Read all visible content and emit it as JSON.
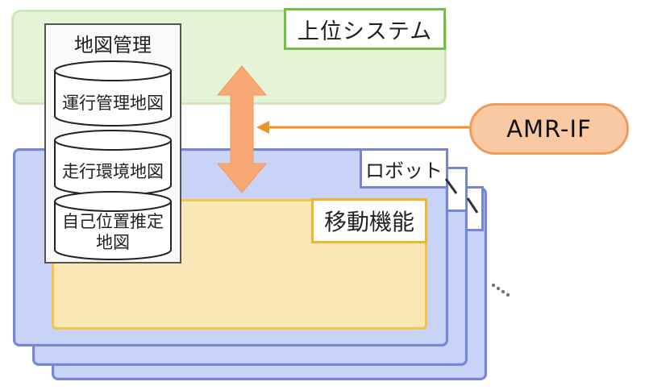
{
  "upper_system": {
    "label": "上位システム"
  },
  "map_management": {
    "title": "地図管理",
    "maps": [
      {
        "label": "運行管理地図"
      },
      {
        "label": "走行環境地図"
      },
      {
        "label_line1": "自己位置推定",
        "label_line2": "地図"
      }
    ]
  },
  "robot": {
    "label": "ロボット"
  },
  "movement_function": {
    "label": "移動機能"
  },
  "interface": {
    "label": "AMR-IF"
  },
  "colors": {
    "upper_fill": "#e5f3d6",
    "upper_border": "#70bf44",
    "robot_fill": "#c9d3f7",
    "robot_border": "#7586d8",
    "movement_fill": "#fbe7b5",
    "movement_border": "#f2b42d",
    "arrow": "#f7a874",
    "interface_fill": "#f9c9a4",
    "interface_line": "#f0902a"
  }
}
